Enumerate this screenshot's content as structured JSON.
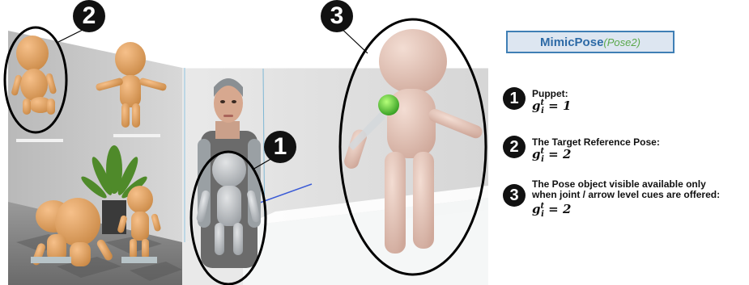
{
  "scene": {
    "callout_badges": [
      {
        "id": "2",
        "label": "2"
      },
      {
        "id": "3",
        "label": "3"
      },
      {
        "id": "1",
        "label": "1"
      }
    ]
  },
  "panel": {
    "title_main": "MimicPose",
    "title_sub": "(Pose2)",
    "legend": [
      {
        "badge": "1",
        "lines": [
          "Puppet:"
        ],
        "formula": {
          "base": "g",
          "sub": "i",
          "sup": "t",
          "value": " = 1"
        }
      },
      {
        "badge": "2",
        "lines": [
          "The Target Reference Pose:"
        ],
        "formula": {
          "base": "g",
          "sub": "i",
          "sup": "t",
          "value": " = 2"
        }
      },
      {
        "badge": "3",
        "lines": [
          "The Pose object visible available only",
          "when joint / arrow level cues are offered:"
        ],
        "formula": {
          "base": "g",
          "sub": "i",
          "sup": "t",
          "value": " = 2"
        }
      }
    ]
  },
  "colors": {
    "accent_blue": "#2d6aa6",
    "accent_green": "#5aa84b",
    "puppet_skin": "#e0a468",
    "target_pose": "#e7cbbf",
    "ghost": "#c8ccd0"
  }
}
